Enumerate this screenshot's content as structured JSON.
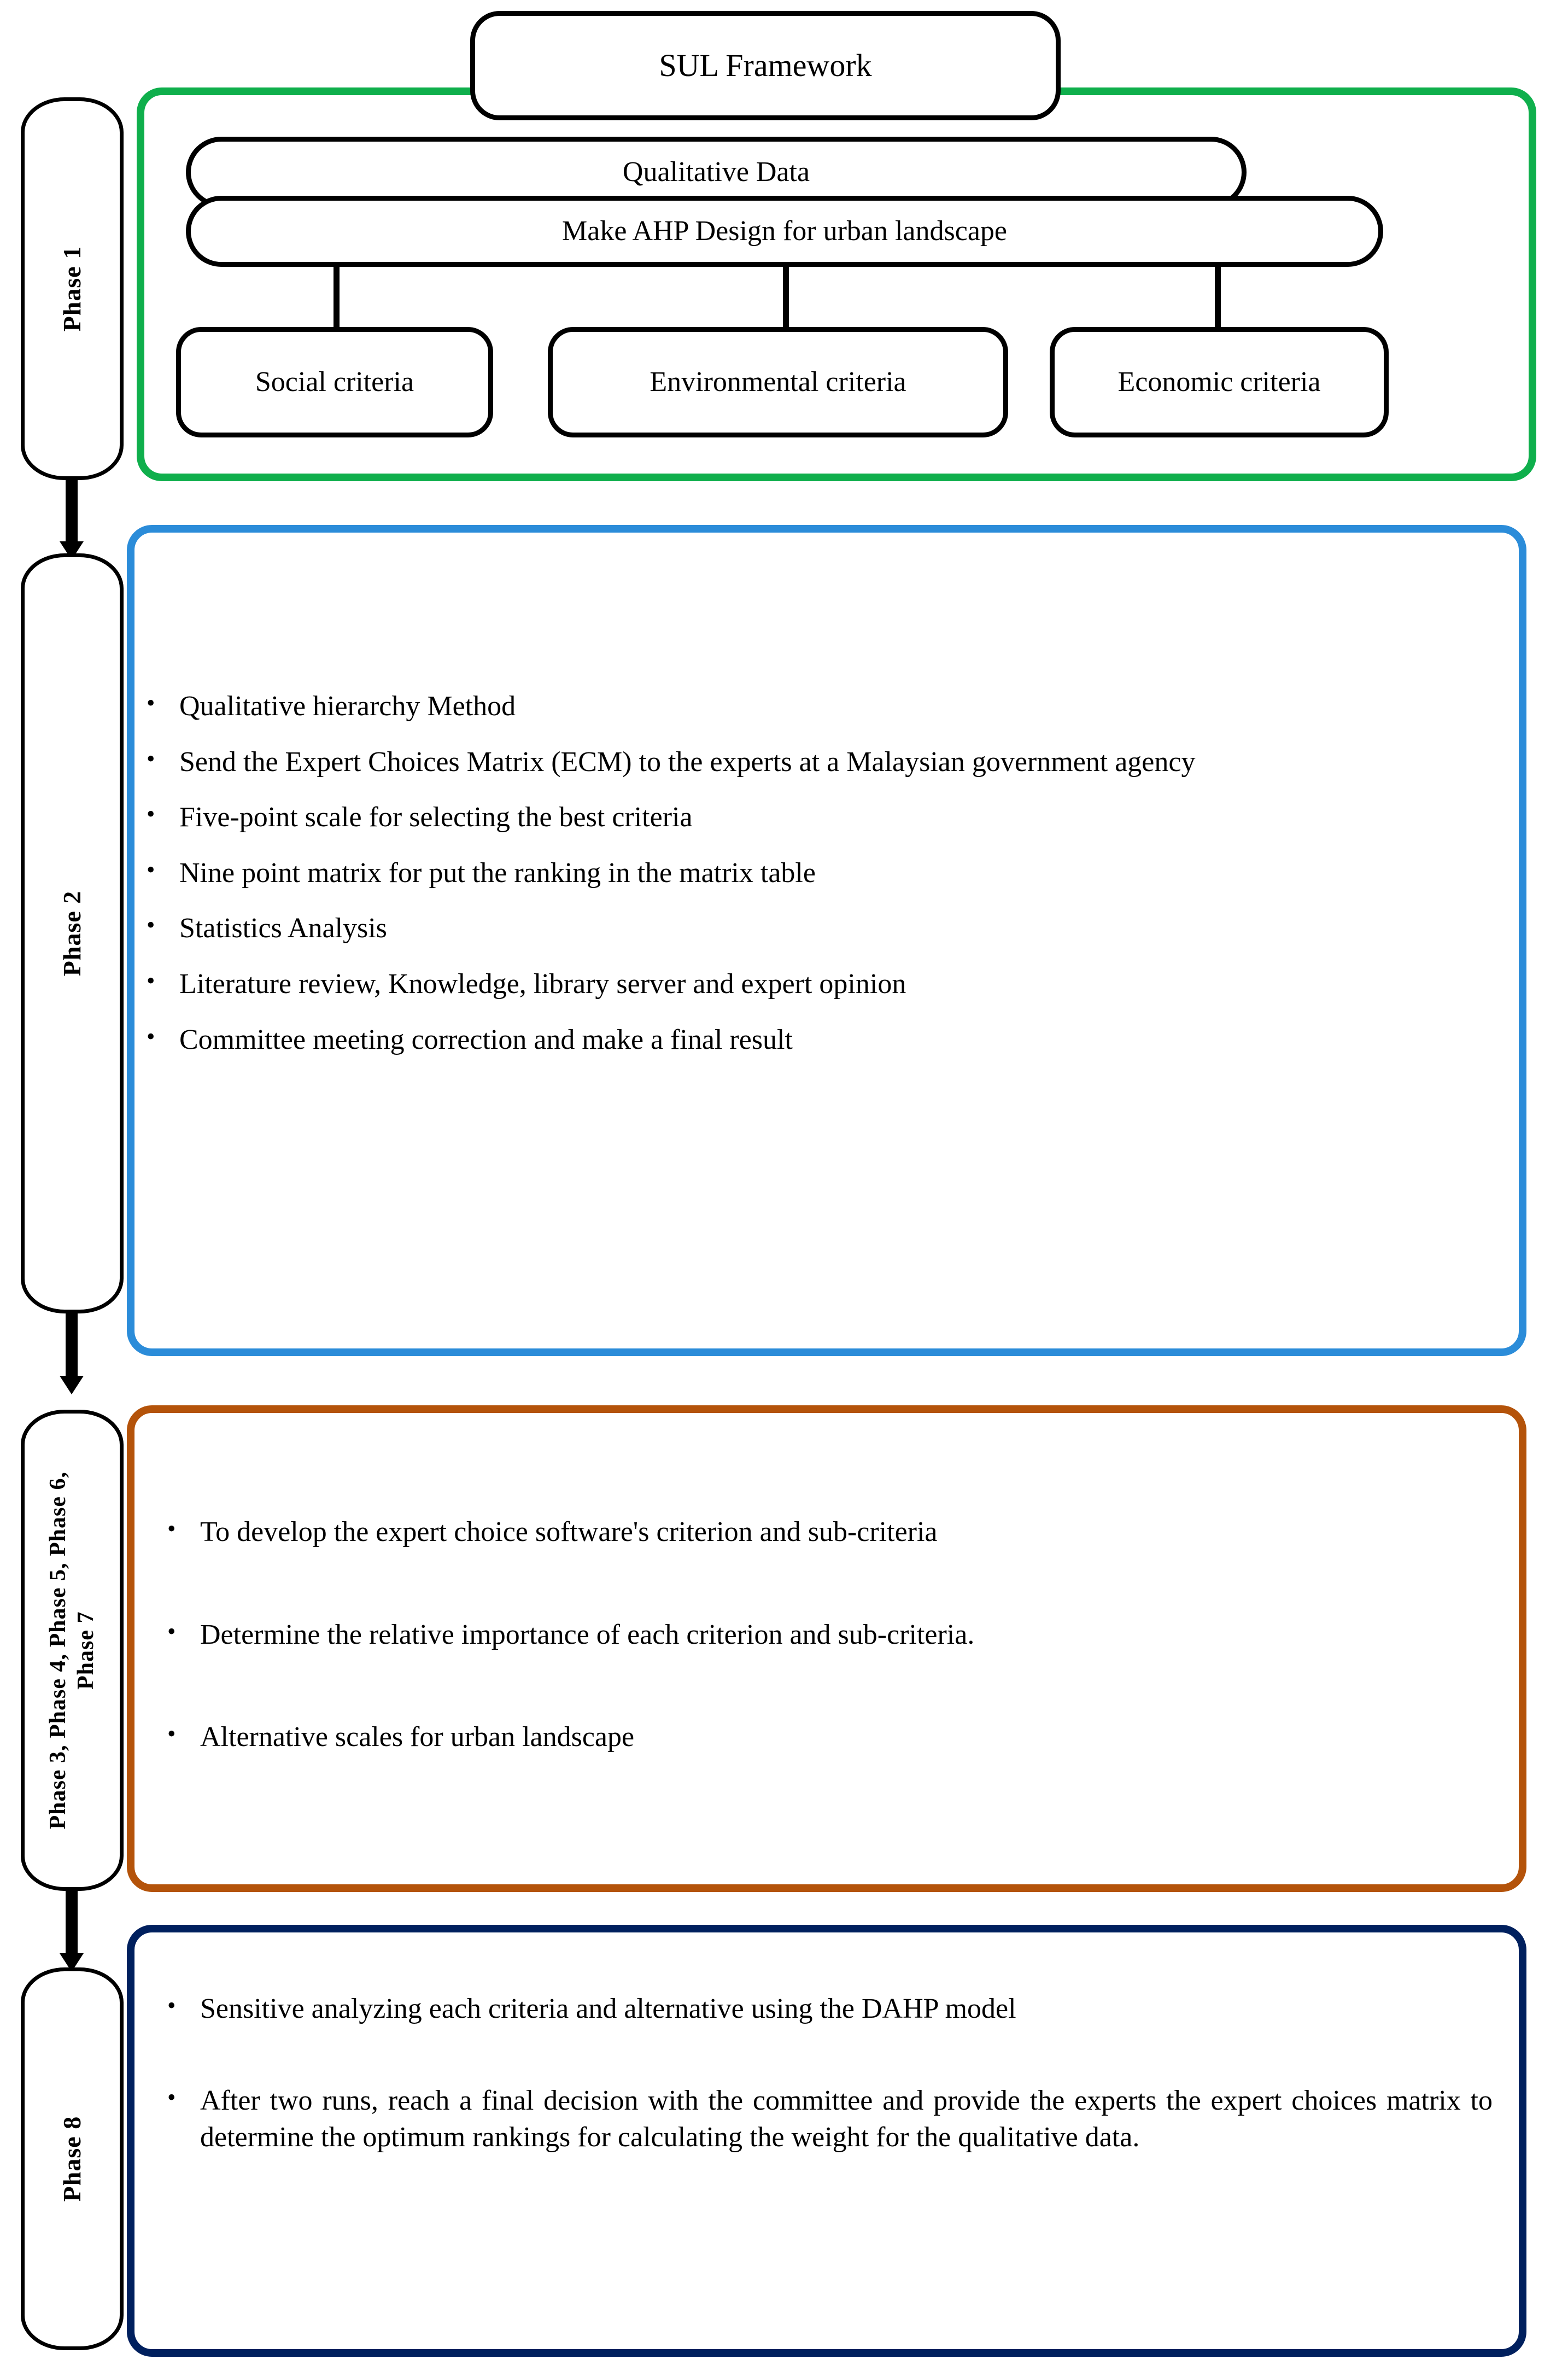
{
  "diagram": {
    "title_node": "SUL Framework",
    "colors": {
      "phase1_border": "#0FAF4C",
      "phase2_border": "#2B8CD9",
      "phase3to7_border": "#B4530A",
      "phase8_border": "#00205E",
      "node_border": "#000000",
      "background": "#FFFFFF"
    },
    "bullet_glyph": "•"
  },
  "phase1": {
    "label": "Phase 1",
    "nodes": {
      "qualitative_data": "Qualitative Data",
      "make_ahp_design": "Make AHP Design for urban landscape"
    },
    "criteria": [
      "Social criteria",
      "Environmental criteria",
      "Economic criteria"
    ]
  },
  "phase2": {
    "label": "Phase 2",
    "bullets": [
      "Qualitative hierarchy Method",
      "Send the Expert Choices Matrix (ECM) to the experts at a Malaysian government agency",
      "Five-point scale for selecting the best criteria",
      "Nine point matrix for put the ranking in the matrix table",
      " Statistics Analysis",
      "Literature review, Knowledge, library server and expert opinion",
      "Committee meeting correction and make a final result"
    ]
  },
  "phase3to7": {
    "label": "Phase 3, Phase 4, Phase 5, Phase 6, Phase 7",
    "label_line1": "Phase 3, Phase 4, Phase 5, Phase 6,",
    "label_line2": "Phase 7",
    "bullets": [
      "To develop the expert choice software's criterion and sub-criteria",
      "Determine the relative importance of each criterion and sub-criteria.",
      "Alternative scales for urban landscape"
    ]
  },
  "phase8": {
    "label": "Phase 8",
    "bullets": [
      "Sensitive analyzing each criteria and alternative using the DAHP model",
      "After two runs, reach a final decision with the committee and provide the experts the expert choices matrix to determine the optimum rankings for calculating the weight for the qualitative data."
    ]
  }
}
